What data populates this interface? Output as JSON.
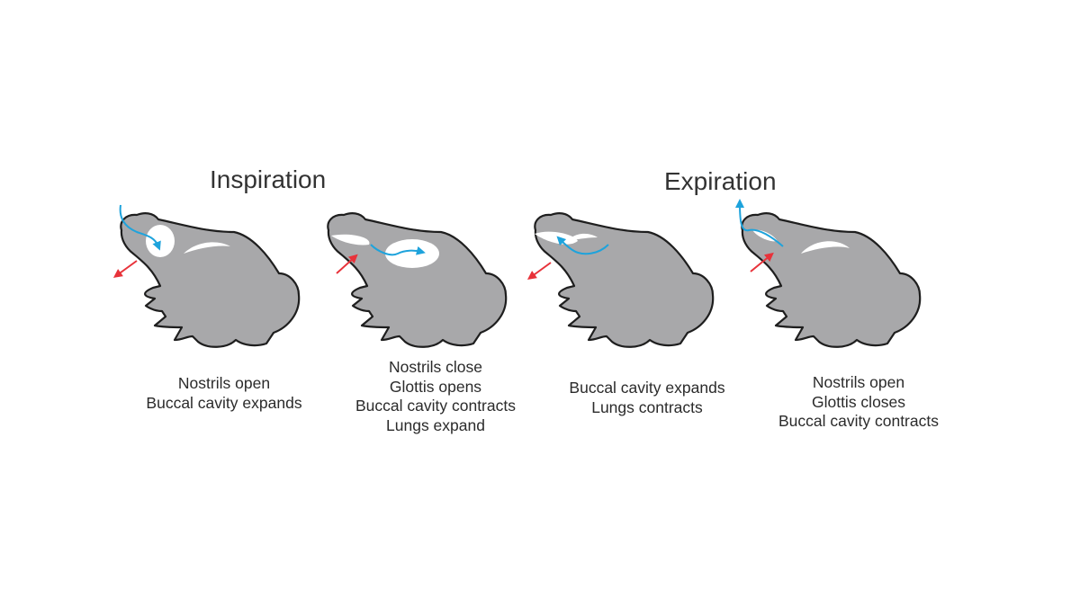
{
  "headings": {
    "inspiration": "Inspiration",
    "expiration": "Expiration"
  },
  "colors": {
    "frog_body": "#a8a8aa",
    "frog_outline": "#1e1e1e",
    "cavity": "#ffffff",
    "air_flow_arrow": "#1ea3dc",
    "pressure_arrow": "#e8323a"
  },
  "stages": [
    {
      "phase": "inspiration",
      "caption": [
        "Nostrils open",
        "Buccal cavity expands"
      ]
    },
    {
      "phase": "inspiration",
      "caption": [
        "Nostrils close",
        "Glottis opens",
        "Buccal cavity contracts",
        "Lungs expand"
      ]
    },
    {
      "phase": "expiration",
      "caption": [
        "Buccal cavity expands",
        "Lungs contracts"
      ]
    },
    {
      "phase": "expiration",
      "caption": [
        "Nostrils open",
        "Glottis closes",
        "Buccal cavity contracts"
      ]
    }
  ]
}
